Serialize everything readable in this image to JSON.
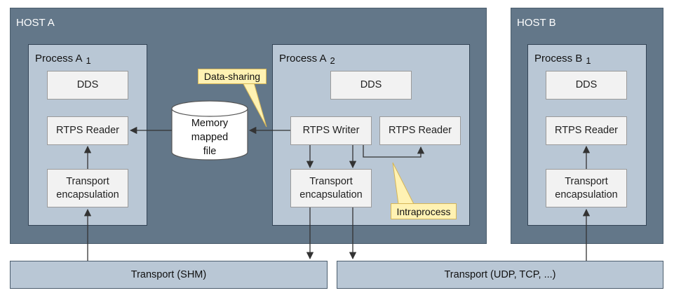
{
  "hosts": {
    "a": "HOST A",
    "b": "HOST B"
  },
  "processes": {
    "a1": {
      "name": "Process A",
      "index": "1"
    },
    "a2": {
      "name": "Process A",
      "index": "2"
    },
    "b1": {
      "name": "Process B",
      "index": "1"
    }
  },
  "boxes": {
    "dds": "DDS",
    "rtps_reader": "RTPS Reader",
    "rtps_writer": "RTPS Writer",
    "transport_line1": "Transport",
    "transport_line2": "encapsulation"
  },
  "memory": {
    "line1": "Memory",
    "line2": "mapped",
    "line3": "file"
  },
  "callouts": {
    "data_sharing": "Data-sharing",
    "intraprocess": "Intraprocess"
  },
  "transports": {
    "shm": "Transport (SHM)",
    "udp_tcp": "Transport (UDP, TCP, ...)"
  },
  "colors": {
    "host": "#637789",
    "process": "#b9c7d5",
    "box": "#f2f2f2",
    "callout": "#fff2b3",
    "arrow": "#333333"
  }
}
